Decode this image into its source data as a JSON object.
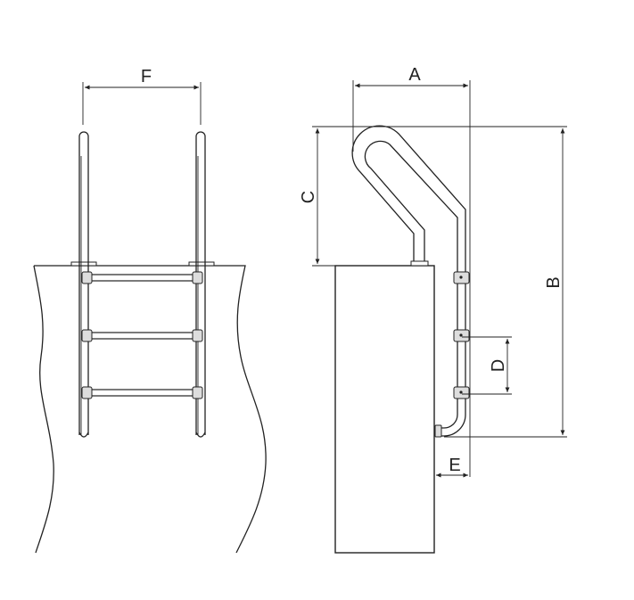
{
  "labels": {
    "a": "A",
    "b": "B",
    "c": "C",
    "d": "D",
    "e": "E",
    "f": "F"
  },
  "colors": {
    "line": "#222222",
    "background": "#ffffff",
    "tube_fill": "#ffffff",
    "step_fill": "#eeeeee"
  }
}
